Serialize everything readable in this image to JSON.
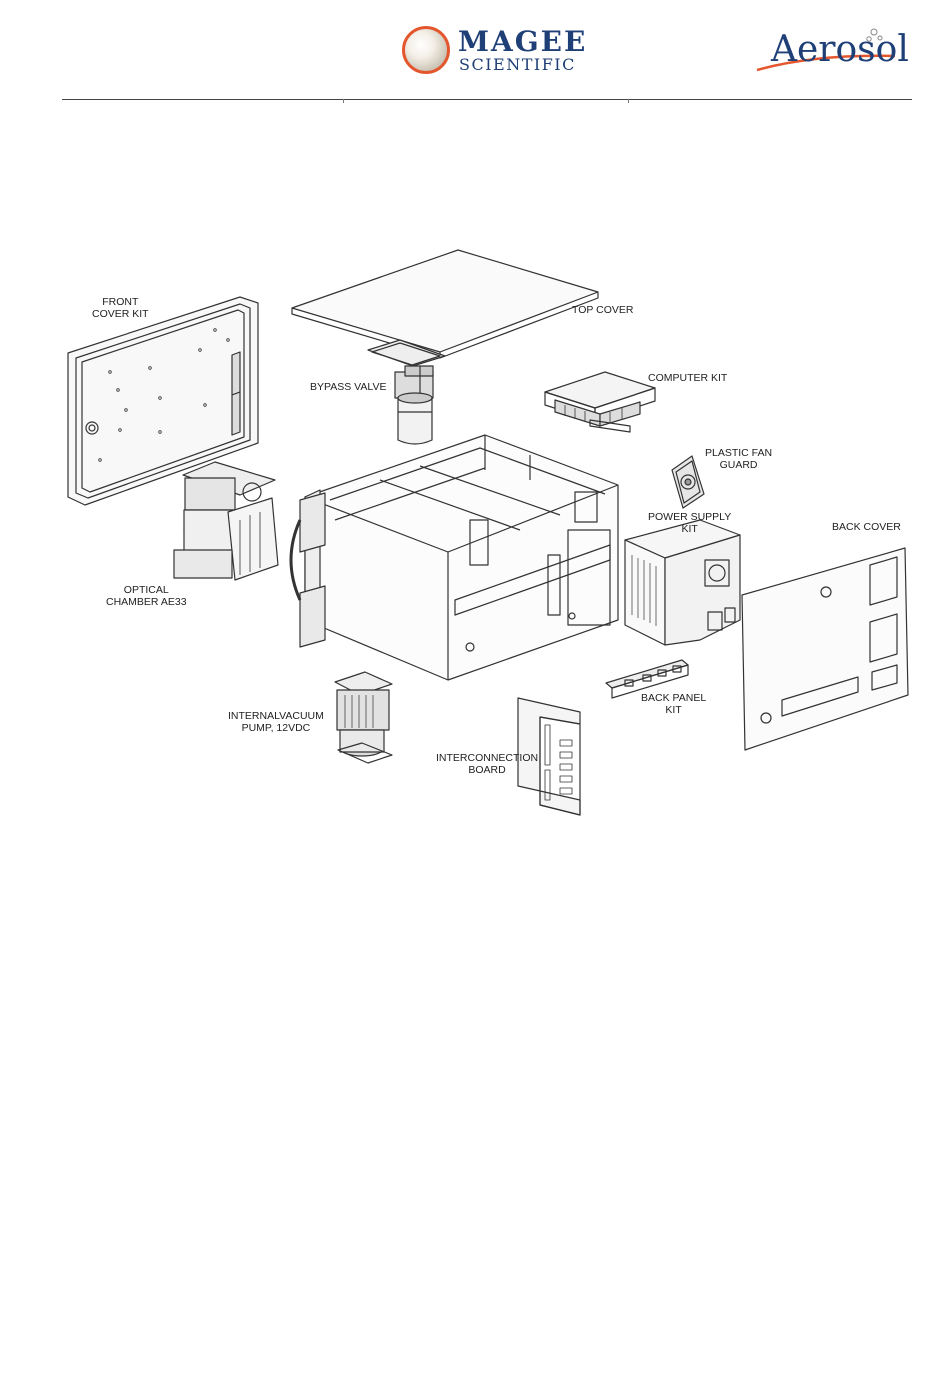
{
  "header": {
    "magee_logo": {
      "line1": "MAGEE",
      "line2": "SCIENTIFIC"
    },
    "aerosol_logo": {
      "text": "Aerosol"
    }
  },
  "labels": {
    "front_cover_kit": [
      "FRONT",
      "COVER KIT"
    ],
    "top_cover": "TOP COVER",
    "bypass_valve": "BYPASS VALVE",
    "computer_kit": "COMPUTER KIT",
    "plastic_fan_guard": [
      "PLASTIC FAN",
      "GUARD"
    ],
    "power_supply_kit": [
      "POWER SUPPLY",
      "KIT"
    ],
    "back_cover": "BACK COVER",
    "optical_chamber": [
      "OPTICAL",
      "CHAMBER AE33"
    ],
    "back_panel_kit": [
      "BACK PANEL",
      "KIT"
    ],
    "vacuum_pump": [
      "INTERNALVACUUM",
      "PUMP, 12VDC"
    ],
    "interconnection_board": [
      "INTERCONNECTION",
      "BOARD"
    ]
  },
  "colors": {
    "magee_blue": "#1f3f77",
    "magee_orange": "#e4572e",
    "aerosol_orange": "#e4572e",
    "line_art": "#333333"
  }
}
